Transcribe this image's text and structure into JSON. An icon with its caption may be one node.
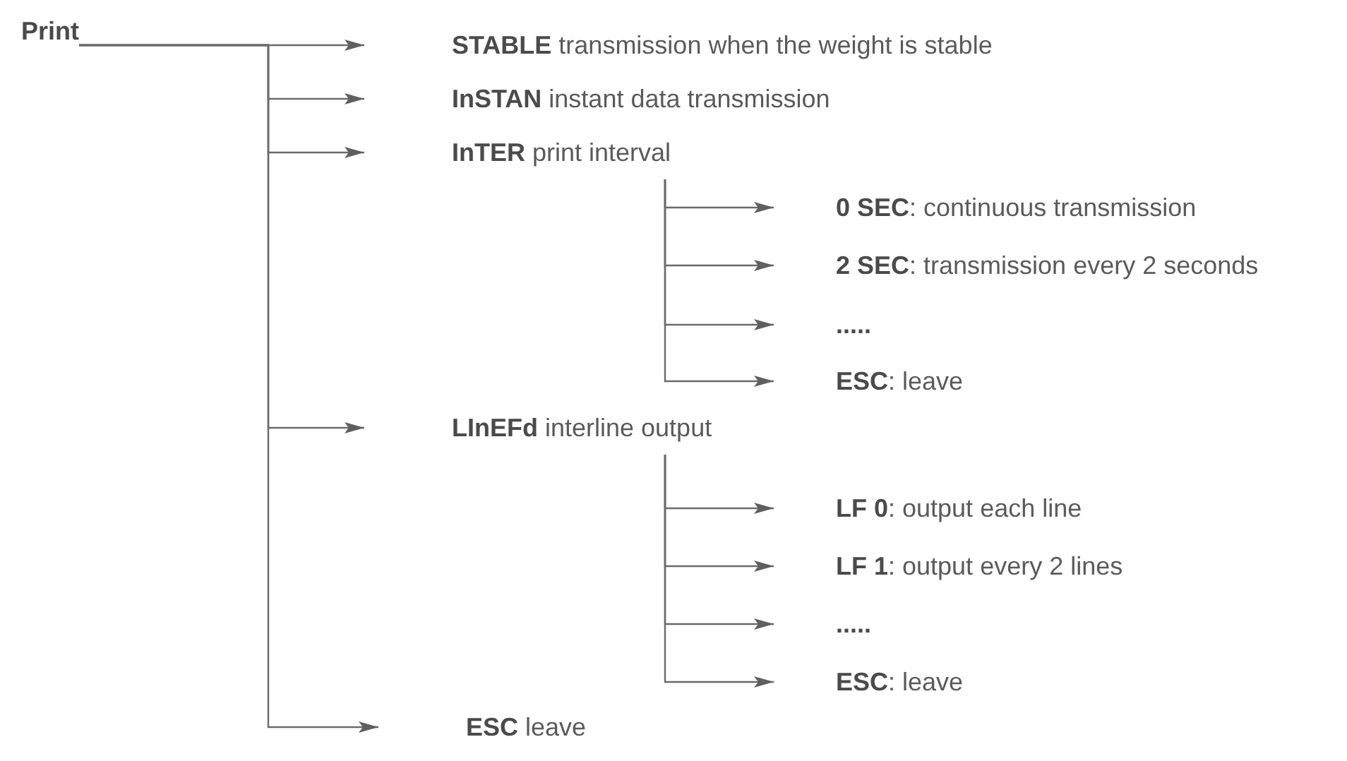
{
  "diagram": {
    "nodes": [
      {
        "text": [
          "Print"
        ]
      },
      {
        "text": [
          "**STABLE** transmission when the weight is stable"
        ]
      },
      {
        "text": [
          "**InSTAN** instant data transmission"
        ]
      },
      {
        "text": [
          "**InTER** print interval"
        ]
      },
      {
        "text": [
          "**0 SEC**: continuous transmission"
        ]
      },
      {
        "text": [
          "**2 SEC**: transmission every 2 seconds"
        ]
      },
      {
        "text": [
          "**.....**"
        ]
      },
      {
        "text": [
          "**ESC**: leave"
        ]
      },
      {
        "text": [
          "**LInEFd** interline output"
        ]
      },
      {
        "text": [
          "**LF 0**: output each line"
        ]
      },
      {
        "text": [
          "**LF 1**: output every 2 lines"
        ]
      },
      {
        "text": [
          "**.....**"
        ]
      },
      {
        "text": [
          "**ESC**: leave"
        ]
      },
      {
        "text": [
          "**ESC** leave"
        ]
      }
    ],
    "edges": [
      {
        "from": 0,
        "to": 1,
        "arrow": "to"
      },
      {
        "from": 0,
        "to": 2,
        "arrow": "to"
      },
      {
        "from": 0,
        "to": 3,
        "arrow": "to"
      },
      {
        "from": 0,
        "to": 8,
        "arrow": "to"
      },
      {
        "from": 0,
        "to": 13,
        "arrow": "to"
      },
      {
        "from": 3,
        "to": 4,
        "arrow": "to"
      },
      {
        "from": 3,
        "to": 5,
        "arrow": "to"
      },
      {
        "from": 3,
        "to": 6,
        "arrow": "to"
      },
      {
        "from": 3,
        "to": 7,
        "arrow": "to"
      },
      {
        "from": 8,
        "to": 9,
        "arrow": "to"
      },
      {
        "from": 8,
        "to": 10,
        "arrow": "to"
      },
      {
        "from": 8,
        "to": 11,
        "arrow": "to"
      },
      {
        "from": 8,
        "to": 12,
        "arrow": "to"
      }
    ]
  }
}
